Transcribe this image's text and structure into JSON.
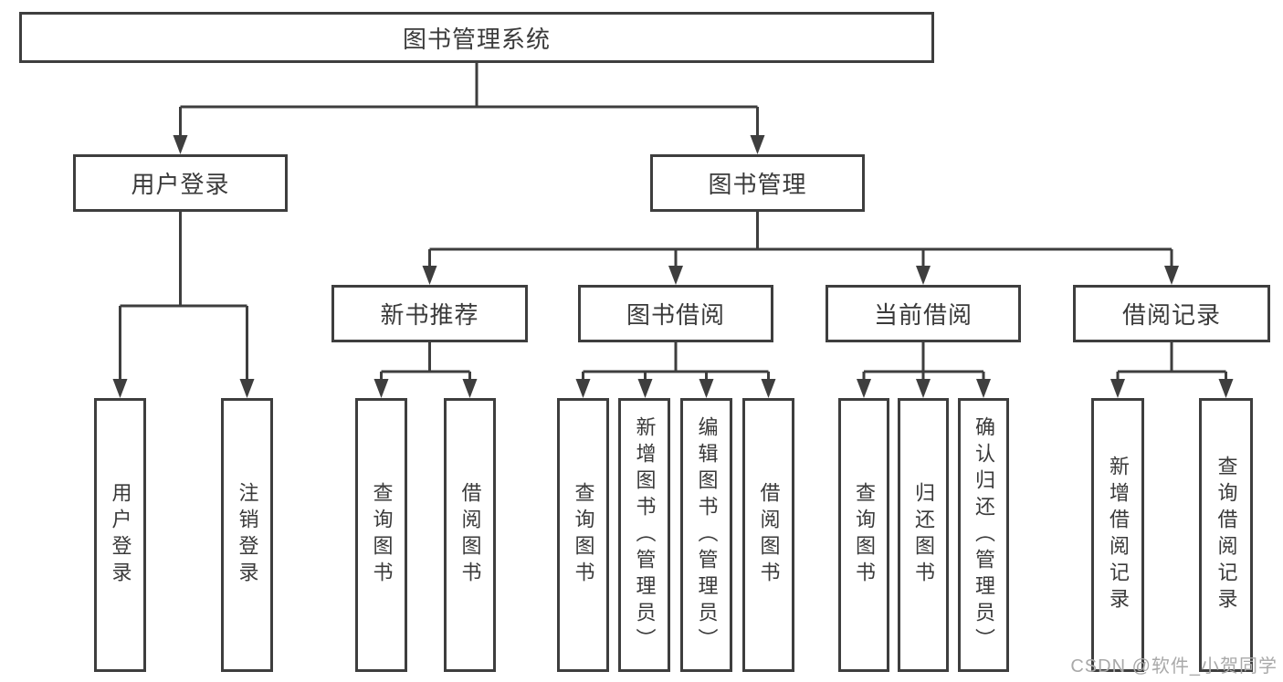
{
  "diagram": {
    "root": {
      "label": "图书管理系统"
    },
    "branches": [
      {
        "label": "用户登录",
        "children": [
          "用户登录",
          "注销登录"
        ]
      },
      {
        "label": "图书管理",
        "sections": [
          {
            "label": "新书推荐",
            "children": [
              "查询图书",
              "借阅图书"
            ]
          },
          {
            "label": "图书借阅",
            "children": [
              "查询图书",
              "新增图书（管理员）",
              "编辑图书（管理员）",
              "借阅图书"
            ]
          },
          {
            "label": "当前借阅",
            "children": [
              "查询图书",
              "归还图书",
              "确认归还（管理员）"
            ]
          },
          {
            "label": "借阅记录",
            "children": [
              "新增借阅记录",
              "查询借阅记录"
            ]
          }
        ]
      }
    ]
  },
  "watermark": "CSDN @软件_小贺同学",
  "colors": {
    "line": "#3e3e3e",
    "box_border": "#3e3e3e",
    "text": "#3a3a3a",
    "watermark": "#a9a9a9",
    "background": "#ffffff"
  }
}
